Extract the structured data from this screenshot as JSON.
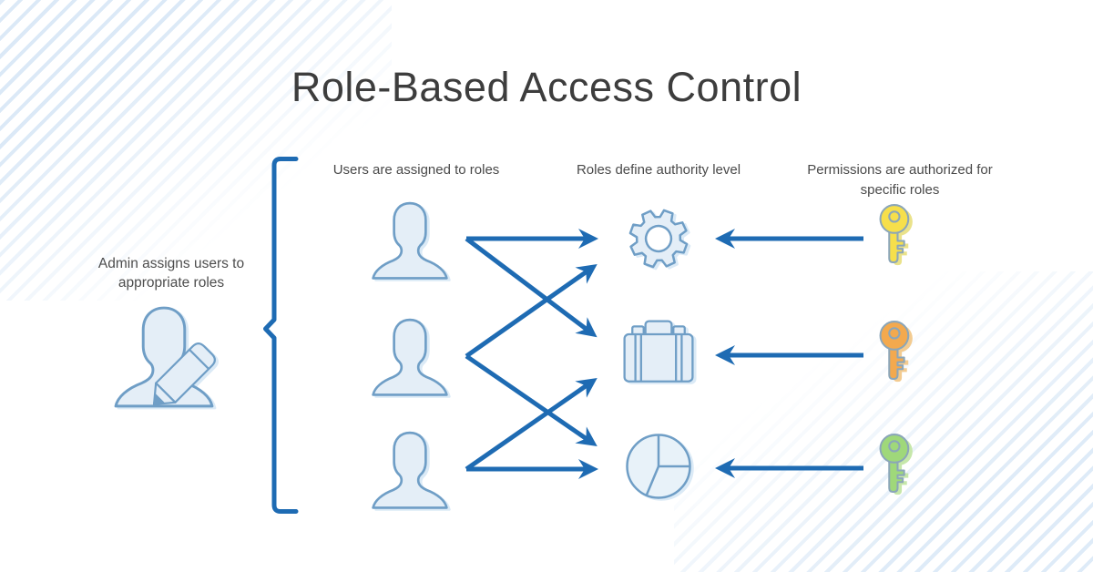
{
  "title": "Role-Based Access Control",
  "annotations": {
    "admin": "Admin assigns users to appropriate roles",
    "users_column": "Users are assigned to roles",
    "roles_column": "Roles define authority level",
    "permissions_column": "Permissions are authorized for specific roles"
  },
  "icons": {
    "admin": "admin-user-with-pencil-icon",
    "users": [
      "user-icon",
      "user-icon",
      "user-icon"
    ],
    "roles": [
      "gear-icon",
      "briefcase-icon",
      "pie-chart-icon"
    ],
    "permissions": [
      "yellow-key-icon",
      "orange-key-icon",
      "green-key-icon"
    ]
  },
  "relations": {
    "brace": "admin -> all users",
    "user_role_arrows": [
      "user-1 -> gear-role",
      "user-1 -> briefcase-role",
      "user-2 -> gear-role",
      "user-2 -> pie-chart-role",
      "user-3 -> briefcase-role",
      "user-3 -> pie-chart-role"
    ],
    "key_role_arrows": [
      "yellow-key -> gear-role",
      "orange-key -> briefcase-role",
      "green-key -> pie-chart-role"
    ]
  },
  "colors": {
    "arrow_blue": "#1e6bb3",
    "icon_fill": "#e4eef7",
    "icon_stroke": "#6f9ec6",
    "key_outline": "#8ba6b9",
    "keys": [
      {
        "name": "yellow",
        "fill": "#f6df4b",
        "shadow": "#eae28a"
      },
      {
        "name": "orange",
        "fill": "#f3a94e",
        "shadow": "#f3cb90"
      },
      {
        "name": "green",
        "fill": "#9fd87a",
        "shadow": "#c6e7aa"
      }
    ]
  }
}
